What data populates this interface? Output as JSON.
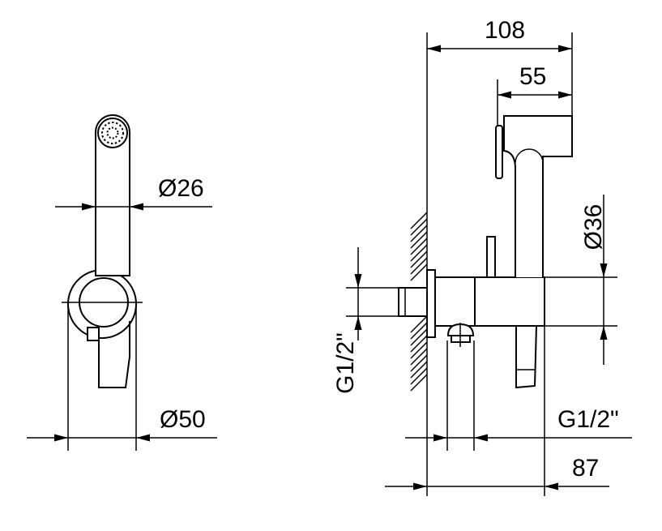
{
  "front_view": {
    "head_diameter": "Ø26",
    "rosette_diameter": "Ø50"
  },
  "side_view": {
    "overall_depth": "108",
    "head_depth": "55",
    "holder_diameter": "Ø36",
    "inlet_thread": "G1/2\"",
    "outlet_thread": "G1/2\"",
    "holder_depth": "87"
  }
}
